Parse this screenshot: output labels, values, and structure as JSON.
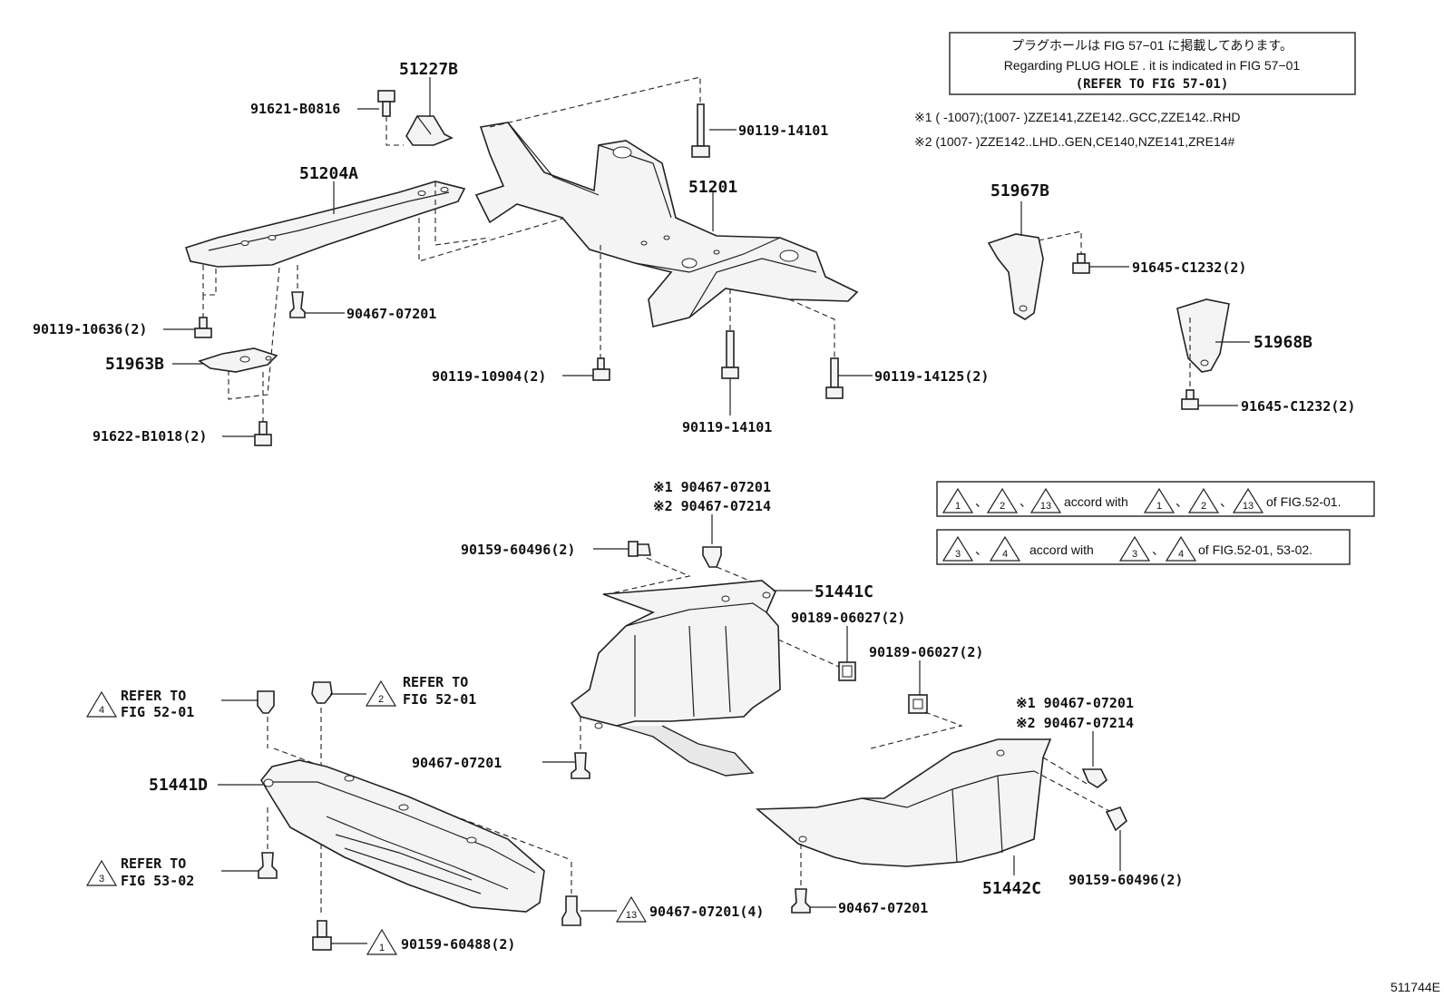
{
  "header_note": {
    "line1": "プラグホールは FIG 57−01 に掲載してあります。",
    "line2": "Regarding PLUG HOLE . it is indicated in FIG 57−01",
    "line3": "(REFER TO FIG 57-01)"
  },
  "applicability": {
    "note1": "※1 (        -1007);(1007-        )ZZE141,ZZE142..GCC,ZZE142..RHD",
    "note2": "※2 (1007-        )ZZE142..LHD..GEN,CE140,NZE141,ZRE14#"
  },
  "accord_notes": {
    "accord1_sep1": "、",
    "accord1_sep2": "、",
    "accord1_text": "accord with",
    "accord1_sep3": "、",
    "accord1_sep4": "、",
    "accord1_fig": "of FIG.52-01.",
    "accord2_sep1": "、",
    "accord2_text": "accord with",
    "accord2_sep2": "、",
    "accord2_fig": "of FIG.52-01, 53-02."
  },
  "triangles": {
    "t1": "1",
    "t2": "2",
    "t3": "3",
    "t4": "4",
    "t13": "13"
  },
  "parts": {
    "p51227B": "51227B",
    "p91621_B0816": "91621-B0816",
    "p51204A": "51204A",
    "p90119_14101_top": "90119-14101",
    "p51201": "51201",
    "p90119_10636": "90119-10636(2)",
    "p90467_07201_a": "90467-07201",
    "p51963B": "51963B",
    "p91622_B1018": "91622-B1018(2)",
    "p90119_10904": "90119-10904(2)",
    "p90119_14101_bot": "90119-14101",
    "p90119_14125": "90119-14125(2)",
    "p51967B": "51967B",
    "p91645_C1232_a": "91645-C1232(2)",
    "p51968B": "51968B",
    "p91645_C1232_b": "91645-C1232(2)",
    "p_star1_a": "※1 90467-07201",
    "p_star2_a": "※2 90467-07214",
    "p90159_60496_a": "90159-60496(2)",
    "p51441C": "51441C",
    "p90189_06027_a": "90189-06027(2)",
    "p90189_06027_b": "90189-06027(2)",
    "p90467_07201_b": "90467-07201",
    "p_star1_b": "※1 90467-07201",
    "p_star2_b": "※2 90467-07214",
    "p51441D": "51441D",
    "p51442C": "51442C",
    "p90159_60496_b": "90159-60496(2)",
    "p90467_07201_4": "90467-07201(4)",
    "p90467_07201_c": "90467-07201",
    "p90159_60488": "90159-60488(2)",
    "refer_to_1": "REFER TO",
    "refer_fig_1": "FIG 52-01",
    "refer_to_2": "REFER TO",
    "refer_fig_2": "FIG 52-01",
    "refer_to_3": "REFER TO",
    "refer_fig_3": "FIG 53-02"
  },
  "figure_id": "511744E"
}
